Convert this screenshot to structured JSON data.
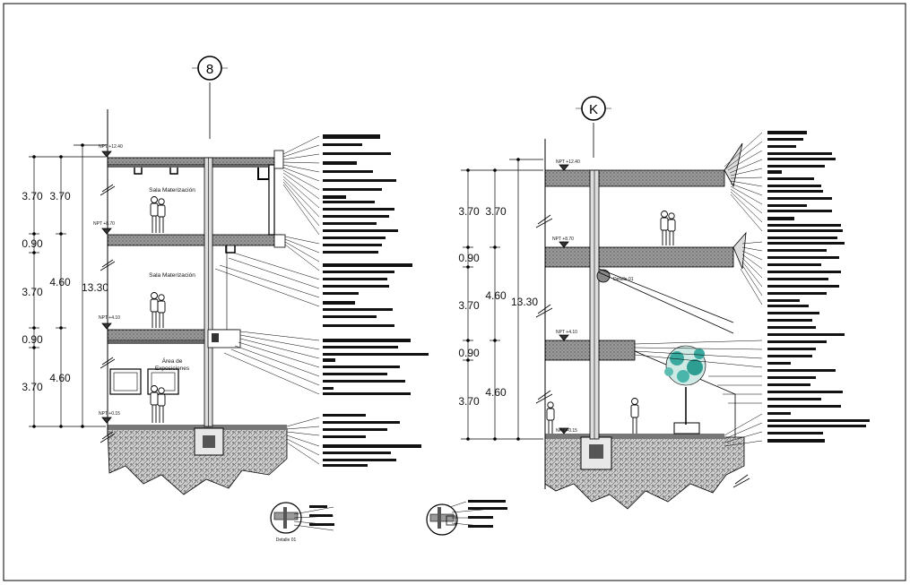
{
  "sheet": {
    "section_left": {
      "axis_label": "8",
      "levels": [
        "NPT +12.40",
        "NPT +8.70",
        "NPT +4.10",
        "NPT +0.15"
      ],
      "dims_outer": [
        "3.70",
        "0.90",
        "3.70",
        "0.90",
        "3.70"
      ],
      "dims_mid": [
        "3.70",
        "4.60",
        "4.60"
      ],
      "dim_total": "13.30",
      "rooms": [
        "Sala Materización",
        "Sala Materización",
        "Área de Exposiciones"
      ]
    },
    "section_right": {
      "axis_label": "K",
      "levels": [
        "NPT +12.40",
        "NPT +8.70",
        "NPT +4.10",
        "NPT +0.15"
      ],
      "dims_outer": [
        "3.70",
        "0.90",
        "3.70",
        "0.90",
        "3.70"
      ],
      "dims_mid": [
        "3.70",
        "4.60",
        "4.60"
      ],
      "dim_total": "13.30",
      "detail_tag": "Detalle 01"
    },
    "detail_caption": "Detalle 01"
  }
}
